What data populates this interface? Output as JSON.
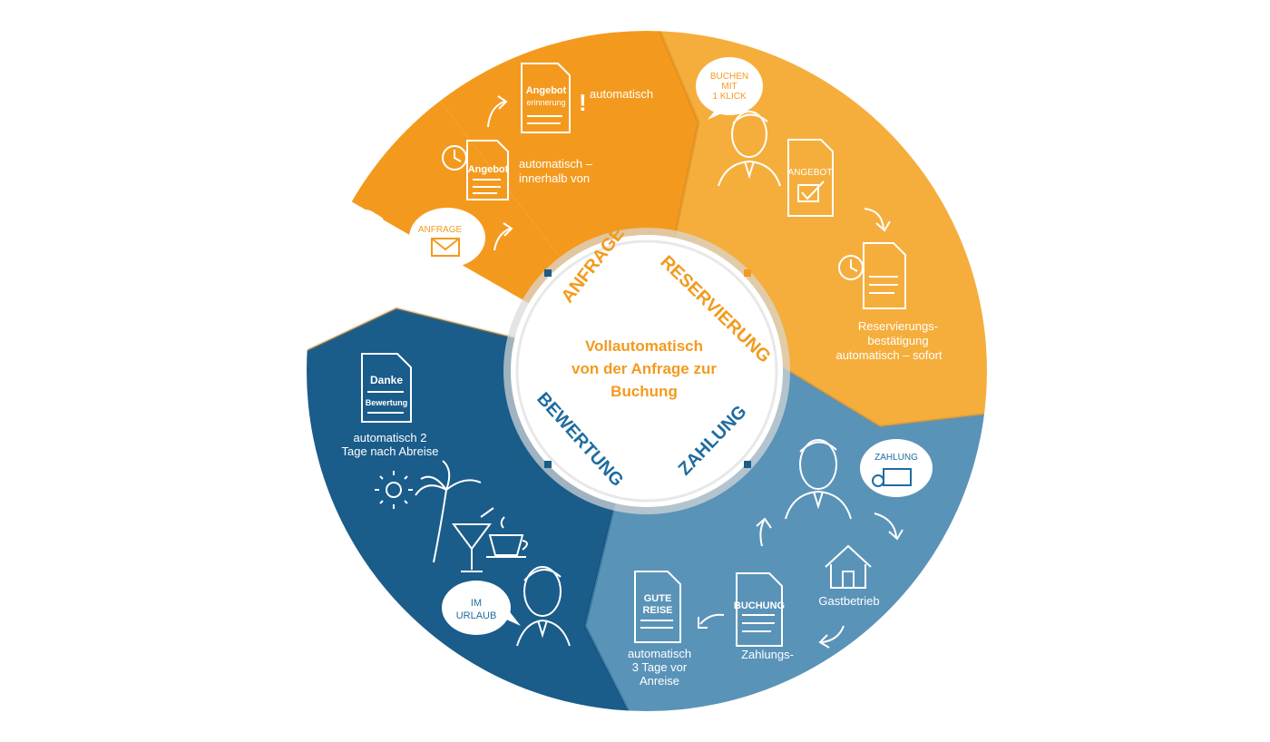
{
  "center": {
    "line1": "Vollautomatisch",
    "line2": "von der Anfrage zur",
    "line3": "Buchung"
  },
  "phases": {
    "anfrage": "ANFRAGE",
    "reservierung": "RESERVIERUNG",
    "zahlung": "ZAHLUNG",
    "bewertung": "BEWERTUNG"
  },
  "anfrage": {
    "bubble": "ANFRAGE",
    "doc_angebot": "Angebot",
    "doc_reminder_1": "Angebot",
    "doc_reminder_2": "erinnerung",
    "exclamation": "!",
    "caption_reminder": "automatisch",
    "caption_offer_1": "automatisch –",
    "caption_offer_2": "innerhalb von"
  },
  "reservierung": {
    "bubble_1": "BUCHEN",
    "bubble_2": "MIT",
    "bubble_3": "1 KLICK",
    "doc_angebot": "ANGEBOT",
    "caption_1": "Reservierungs-",
    "caption_2": "bestätigung",
    "caption_3": "automatisch – sofort"
  },
  "zahlung": {
    "bubble": "ZAHLUNG",
    "house_label": "Gastbetrieb",
    "doc_buchung": "BUCHUNG",
    "doc_gute_1": "GUTE",
    "doc_gute_2": "REISE",
    "caption_buchung": "Zahlungs-",
    "caption_gute_1": "automatisch",
    "caption_gute_2": "3 Tage vor",
    "caption_gute_3": "Anreise"
  },
  "bewertung": {
    "doc_1": "Danke",
    "doc_2": "Bewertung",
    "caption_1": "automatisch 2",
    "caption_2": "Tage nach Abreise",
    "bubble_1": "IM",
    "bubble_2": "URLAUB"
  },
  "colors": {
    "anfrage": "#F39A1E",
    "reservierung": "#F5AE3C",
    "zahlung": "#5A93B8",
    "bewertung": "#1A5C8A",
    "text_orange": "#F39A1E",
    "text_blue": "#1F6C9F"
  }
}
